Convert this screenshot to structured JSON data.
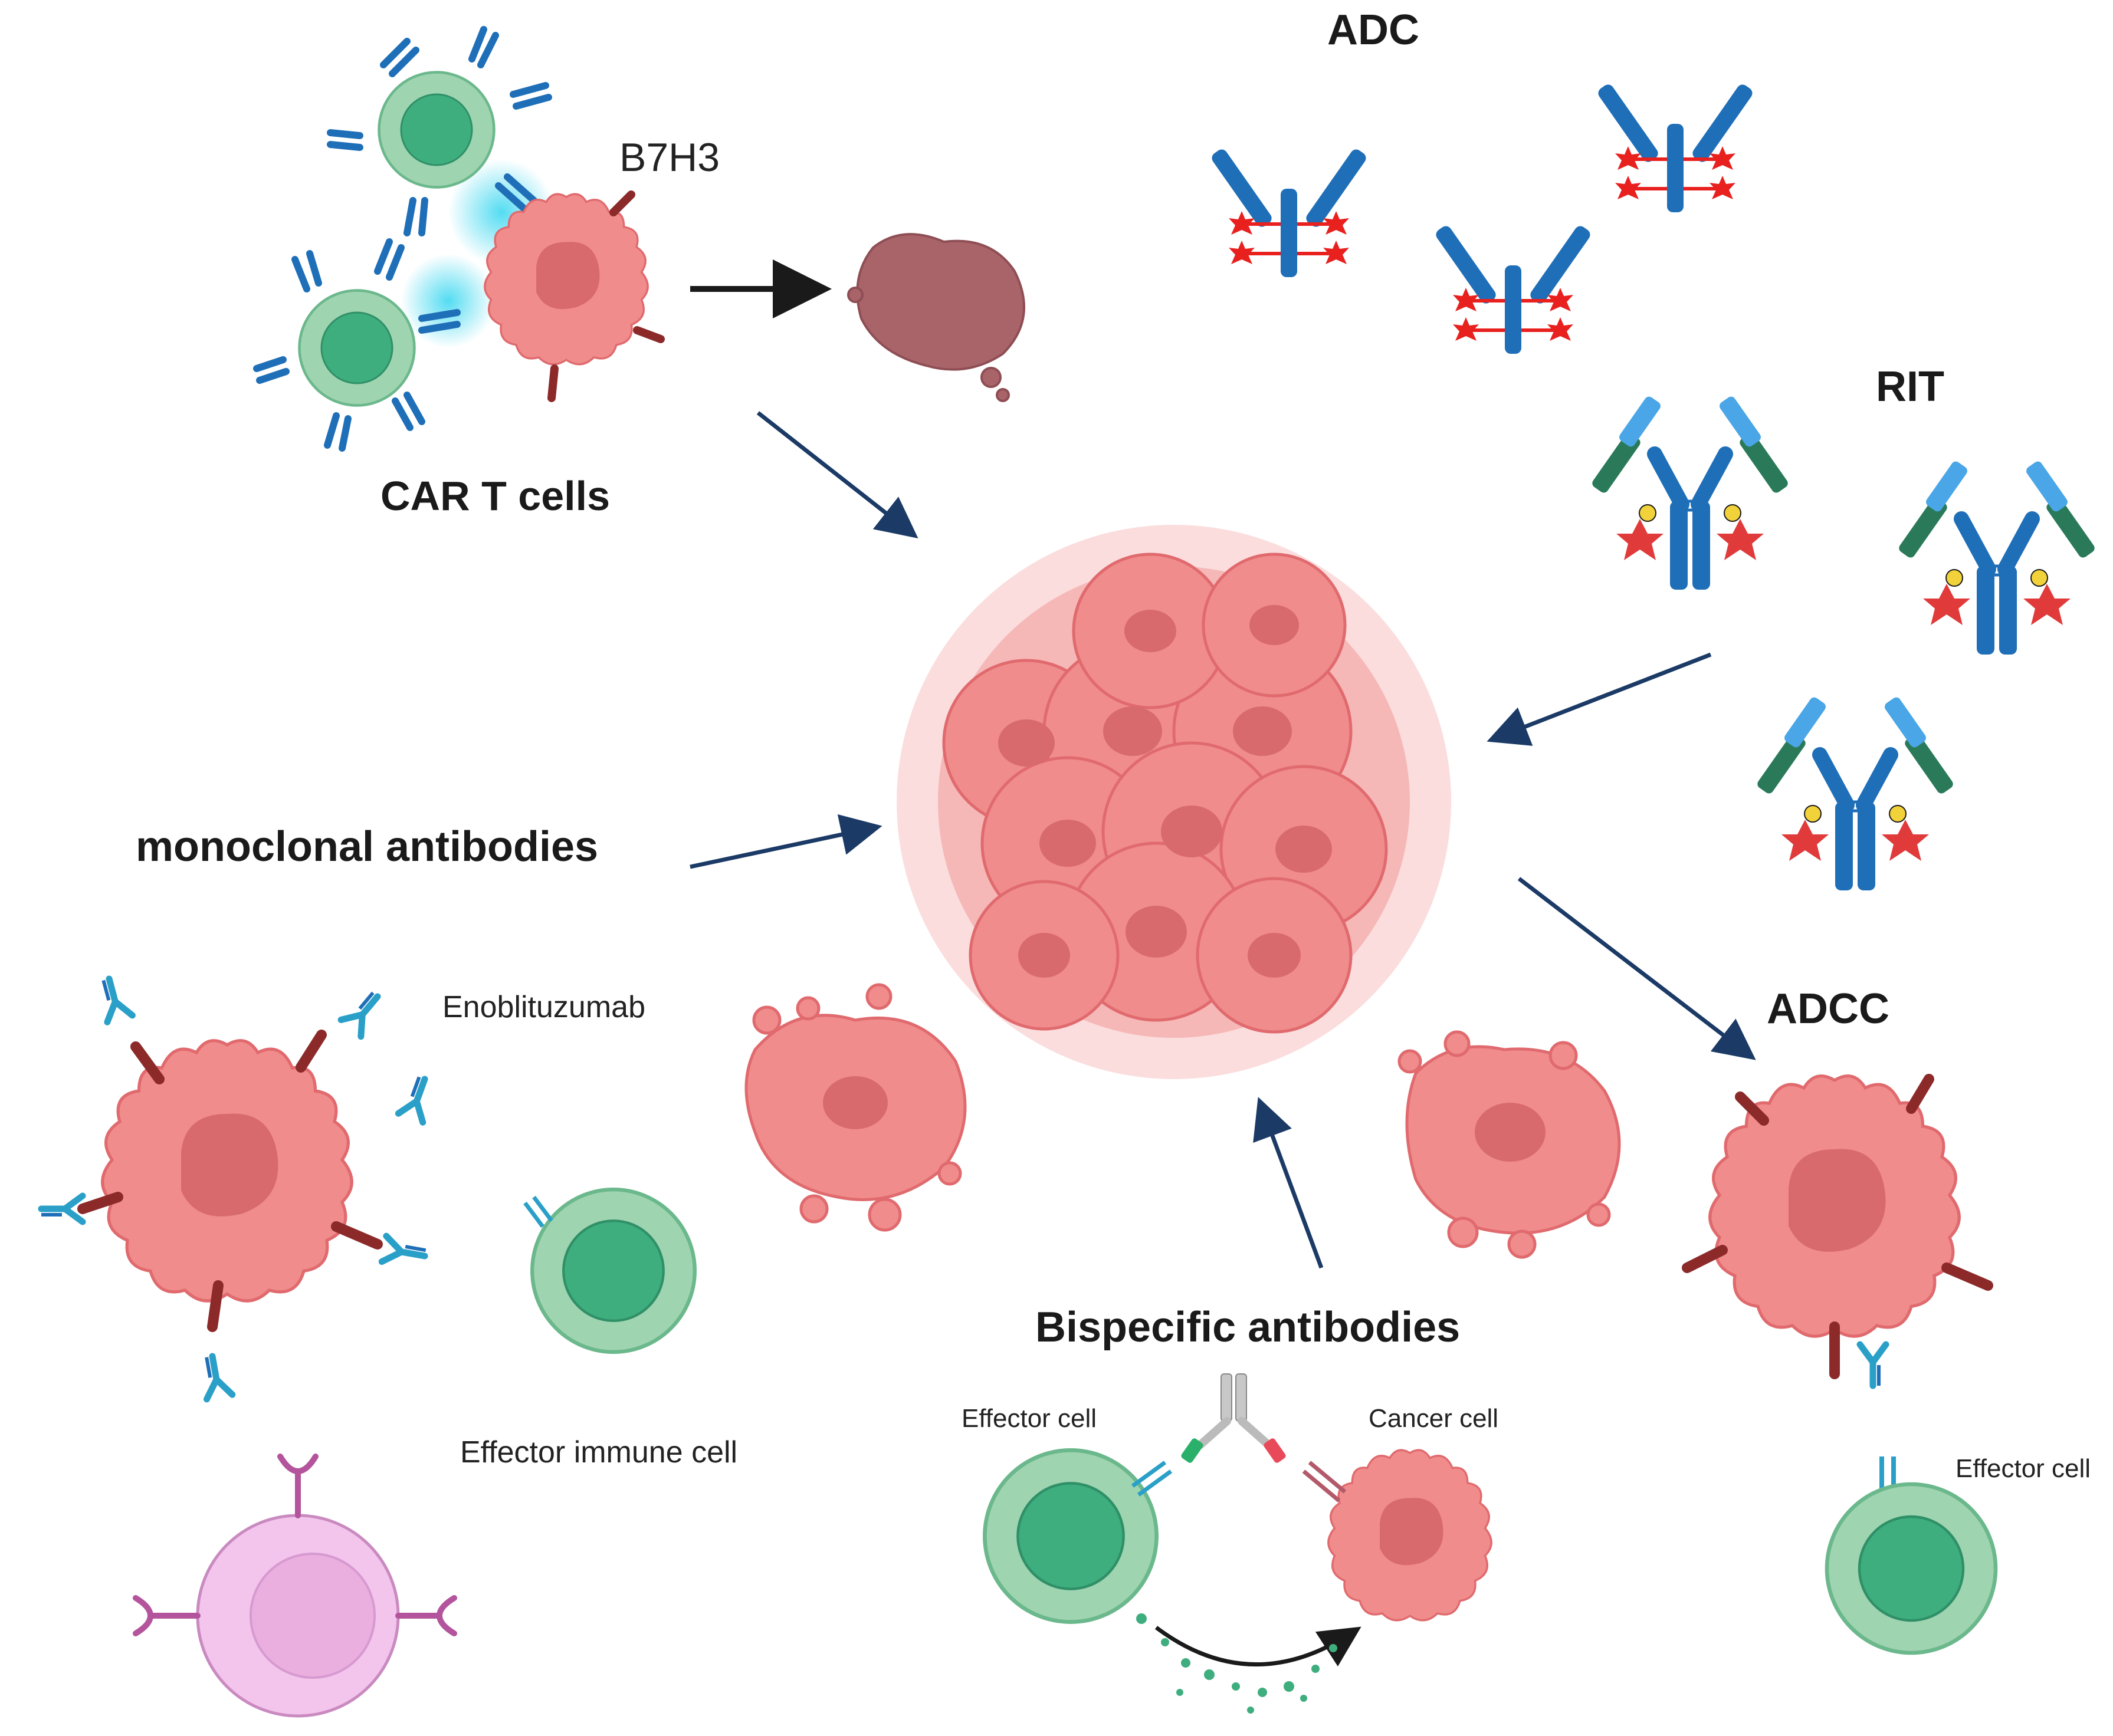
{
  "labels": {
    "adc": "ADC",
    "b7h3": "B7H3",
    "car_t": "CAR T cells",
    "rit": "RIT",
    "monoclonal": "monoclonal antibodies",
    "enoblituzumab": "Enoblituzumab",
    "adcc": "ADCC",
    "effector_immune_cell": "Effector immune cell",
    "bispecific": "Bispecific antibodies",
    "effector_cell_bispecific": "Effector cell",
    "cancer_cell_bispecific": "Cancer cell",
    "effector_cell_adcc": "Effector cell"
  },
  "colors": {
    "cancer_cell": "#f08c8c",
    "cancer_nucleus": "#d86a6e",
    "receptor": "#8c2a2a",
    "t_cell": "#9fd4b0",
    "t_cell_nucleus": "#3fae7f",
    "antibody_blue": "#1f6fb8",
    "antibody_light": "#2aa0c8",
    "payload_red": "#e8201e",
    "dark_green": "#2a7a5a",
    "arrow": "#1b3a66",
    "effector_pink": "#f3c4ec",
    "effector_purple": "#b3549c",
    "debris": "#a9646a"
  }
}
